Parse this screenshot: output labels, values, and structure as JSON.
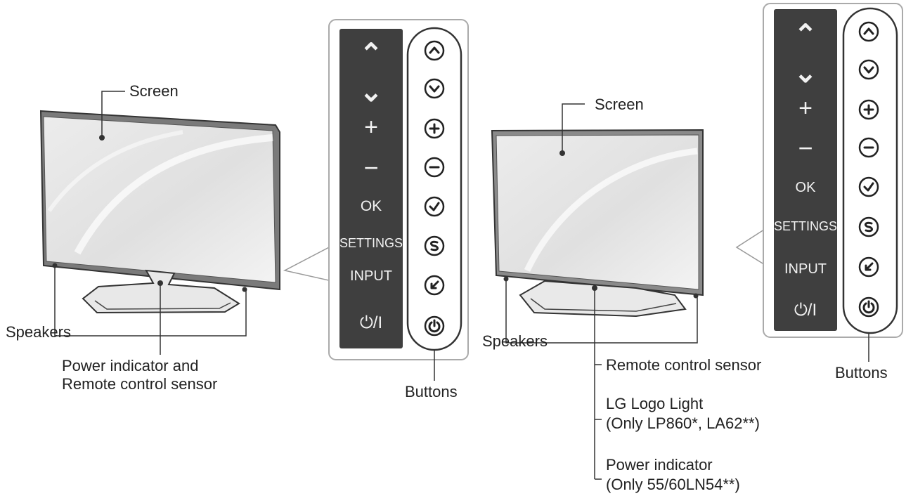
{
  "left_tv": {
    "screen_label": "Screen",
    "speakers_label": "Speakers",
    "power_label_line1": "Power indicator and",
    "power_label_line2": "Remote control sensor"
  },
  "left_panel": {
    "labels": [
      "^",
      "v",
      "+",
      "−",
      "OK",
      "SETTINGS",
      "INPUT",
      "⏻/I"
    ],
    "buttons_label": "Buttons"
  },
  "right_tv": {
    "screen_label": "Screen",
    "speakers_label": "Speakers",
    "remote_sensor_label": "Remote control sensor",
    "logo_light_line1": "LG Logo Light",
    "logo_light_line2": "(Only LP860*, LA62**)",
    "power_indicator_line1": "Power indicator",
    "power_indicator_line2": "(Only 55/60LN54**)"
  },
  "right_panel": {
    "labels": [
      "^",
      "v",
      "+",
      "−",
      "OK",
      "SETTINGS",
      "INPUT",
      "⏻/I"
    ],
    "buttons_label": "Buttons"
  }
}
